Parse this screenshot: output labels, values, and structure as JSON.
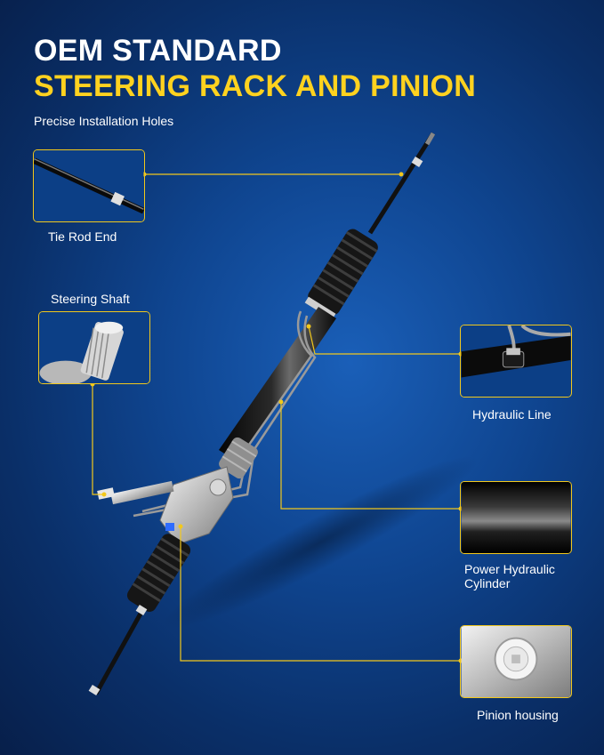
{
  "headline": {
    "line1": "OEM STANDARD",
    "line2": "STEERING RACK AND PINION",
    "subtitle": "Precise Installation Holes"
  },
  "colors": {
    "accent_yellow": "#ffd21f",
    "background_blue": "#0f4590",
    "text_white": "#ffffff"
  },
  "callouts": [
    {
      "label": "Tie Rod End",
      "icon": "tie-rod-end-closeup"
    },
    {
      "label": "Steering Shaft",
      "icon": "steering-shaft-closeup"
    },
    {
      "label": "Hydraulic Line",
      "icon": "hydraulic-line-closeup"
    },
    {
      "label": "Power Hydraulic Cylinder",
      "icon": "power-cylinder-closeup"
    },
    {
      "label": "Pinion housing",
      "icon": "pinion-housing-closeup"
    }
  ]
}
